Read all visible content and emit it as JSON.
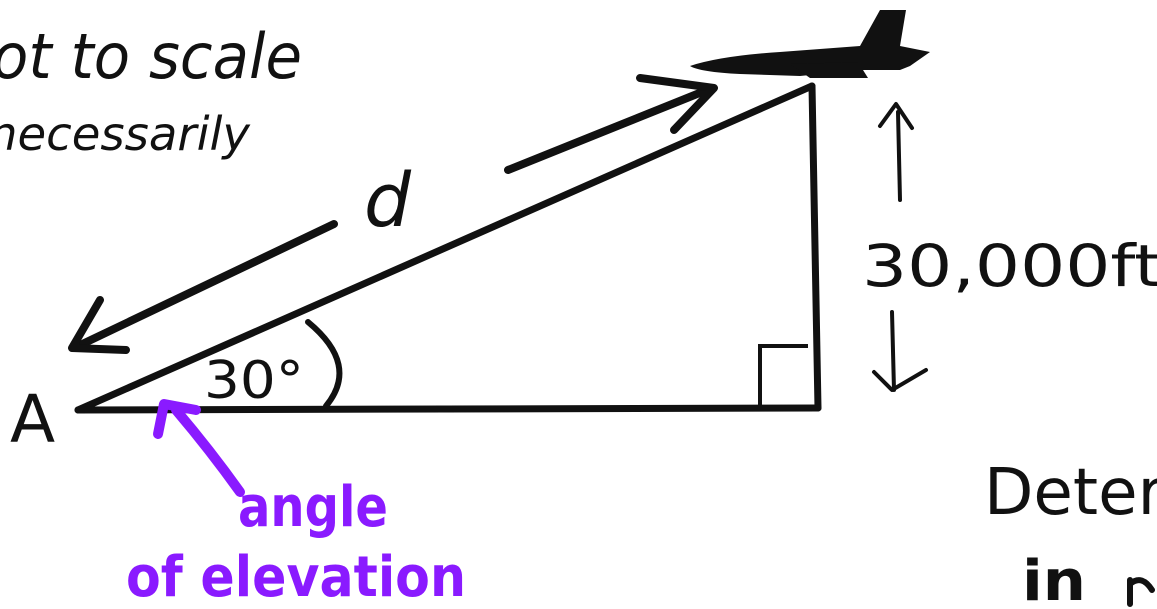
{
  "notes": {
    "line1": "ot to scale",
    "line2": "necessarily"
  },
  "labels": {
    "hypotenuse": "d",
    "vertex": "A",
    "angle": "30°",
    "height": "30,000ft",
    "angle_name_line1": "angle",
    "angle_name_line2": "of elevation"
  },
  "question": {
    "line1": "Deter",
    "line2": "in"
  },
  "icons": {
    "aircraft": "jet-silhouette-icon"
  },
  "colors": {
    "ink": "#111111",
    "annotation": "#8a1aff",
    "background": "#ffffff"
  }
}
